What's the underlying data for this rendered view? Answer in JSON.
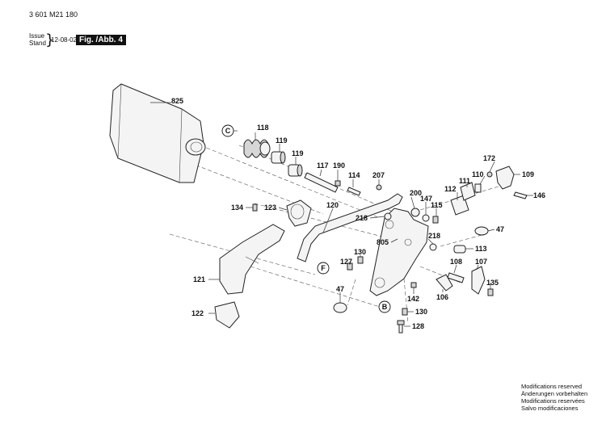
{
  "header": {
    "part_number": "3 601 M21 180",
    "issue_label": "Issue",
    "stand_label": "Stand",
    "issue_date": "12-08-02",
    "figure_label": "Fig. /Abb. 4"
  },
  "footer": {
    "notes": [
      "Modifications reserved",
      "Änderungen vorbehalten",
      "Modifications reservées",
      "Salvo modificaciones"
    ]
  },
  "callouts": {
    "c": "C",
    "f": "F",
    "b": "B"
  },
  "labels": {
    "p825": "825",
    "p118": "118",
    "p119a": "119",
    "p119b": "119",
    "p117": "117",
    "p190": "190",
    "p114": "114",
    "p207": "207",
    "p200": "200",
    "p147": "147",
    "p115": "115",
    "p112": "112",
    "p111": "111",
    "p110": "110",
    "p172": "172",
    "p109": "109",
    "p146": "146",
    "p134": "134",
    "p123": "123",
    "p120": "120",
    "p218a": "218",
    "p218b": "218",
    "p47a": "47",
    "p805": "805",
    "p113": "113",
    "p130a": "130",
    "p127": "127",
    "p108": "108",
    "p107": "107",
    "p121": "121",
    "p47b": "47",
    "p142": "142",
    "p106": "106",
    "p135": "135",
    "p130b": "130",
    "p122": "122",
    "p128": "128"
  }
}
